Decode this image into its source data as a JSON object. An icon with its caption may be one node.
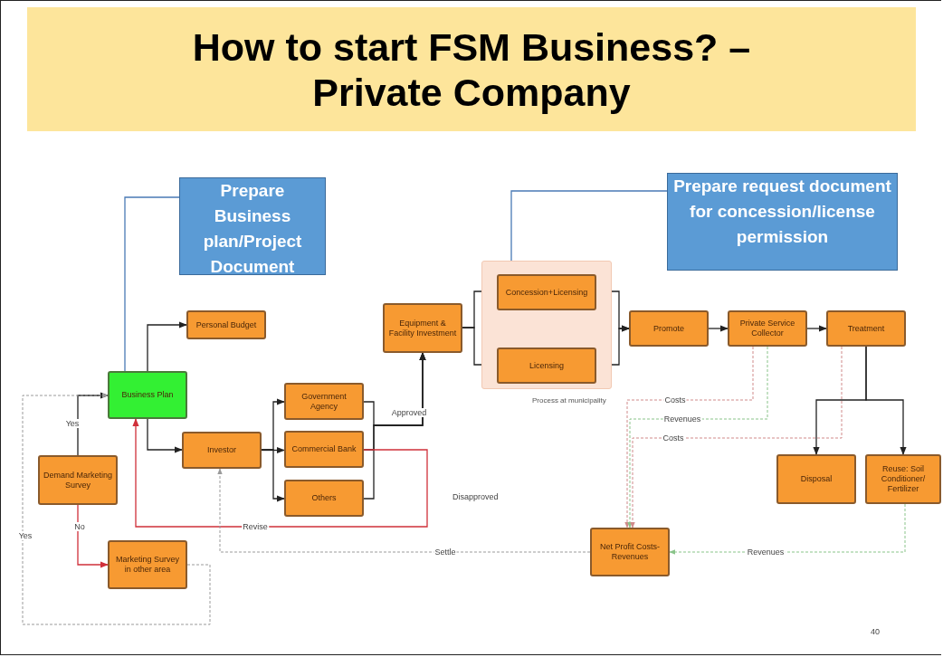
{
  "diagram": {
    "title": "How to start FSM Business? – Private Company",
    "nodes": [
      {
        "text": [
          "Prepare Business plan/Project Document"
        ]
      },
      {
        "text": [
          "Prepare request document for concession/license permission"
        ]
      },
      {
        "text": [
          "Demand Marketing Survey"
        ]
      },
      {
        "text": [
          "Business Plan"
        ]
      },
      {
        "text": [
          "Marketing Survey in other area"
        ]
      },
      {
        "text": [
          "Personal Budget"
        ]
      },
      {
        "text": [
          "Investor"
        ]
      },
      {
        "text": [
          "Government Agency"
        ]
      },
      {
        "text": [
          "Commercial Bank"
        ]
      },
      {
        "text": [
          "Others"
        ]
      },
      {
        "text": [
          "Equipment & Facility Investment"
        ]
      },
      {
        "text": [],
        "shape": "box",
        "beside": [
          "Process at municipality"
        ]
      },
      {
        "text": [
          "Concession+Licensing"
        ],
        "in": 11
      },
      {
        "text": [
          "Licensing"
        ],
        "in": 11
      },
      {
        "text": [
          "Promote"
        ]
      },
      {
        "text": [
          "Private Service Collector"
        ]
      },
      {
        "text": [
          "Treatment"
        ]
      },
      {
        "text": [
          "Disposal"
        ]
      },
      {
        "text": [
          "Reuse: Soil Conditioner/ Fertilizer"
        ]
      },
      {
        "text": [
          "Net Profit Costs-Revenues"
        ]
      }
    ],
    "edges": [
      {
        "from": 0,
        "to": 3,
        "arrow": "none",
        "color": "#4a7ab5"
      },
      {
        "from": 1,
        "to": 11,
        "arrow": "none",
        "color": "#4a7ab5"
      },
      {
        "from": 2,
        "to": 3,
        "arrow": "to",
        "label": "Yes"
      },
      {
        "from": 2,
        "to": 4,
        "arrow": "to",
        "label": "No",
        "color": "#d0303a"
      },
      {
        "from": 4,
        "to": 3,
        "arrow": "to",
        "label": "Yes",
        "style": "dashed",
        "color": "#9a9a9a"
      },
      {
        "from": 3,
        "to": 5,
        "arrow": "to"
      },
      {
        "from": 3,
        "to": 6,
        "arrow": "to"
      },
      {
        "from": 6,
        "to": 7,
        "arrow": "to"
      },
      {
        "from": 6,
        "to": 8,
        "arrow": "to"
      },
      {
        "from": 6,
        "to": 9,
        "arrow": "to"
      },
      {
        "from": 7,
        "to": 10,
        "arrow": "to"
      },
      {
        "from": 8,
        "to": 10,
        "arrow": "to",
        "label": "Approved"
      },
      {
        "from": 9,
        "to": 10,
        "arrow": "to"
      },
      {
        "from": 8,
        "to": 3,
        "arrow": "to",
        "label": "Revise",
        "color": "#d0303a"
      },
      {
        "from": 10,
        "to": 12,
        "arrow": "to"
      },
      {
        "from": 10,
        "to": 13,
        "arrow": "to"
      },
      {
        "from": 12,
        "to": 14,
        "arrow": "to"
      },
      {
        "from": 13,
        "to": 14,
        "arrow": "to"
      },
      {
        "from": 14,
        "to": 15,
        "arrow": "to"
      },
      {
        "from": 15,
        "to": 16,
        "arrow": "to"
      },
      {
        "from": 16,
        "to": 17,
        "arrow": "to"
      },
      {
        "from": 16,
        "to": 18,
        "arrow": "to"
      },
      {
        "from": 15,
        "to": 19,
        "arrow": "to",
        "label": "Costs",
        "style": "dashed",
        "color": "#d08a8a"
      },
      {
        "from": 15,
        "to": 19,
        "arrow": "to",
        "label": "Revenues",
        "style": "dashed",
        "color": "#8ac48a"
      },
      {
        "from": 16,
        "to": 19,
        "arrow": "to",
        "label": "Costs",
        "style": "dashed",
        "color": "#d08a8a"
      },
      {
        "from": 18,
        "to": 19,
        "arrow": "to",
        "label": "Revenues",
        "style": "dashed",
        "color": "#8ac48a"
      },
      {
        "from": 19,
        "to": 6,
        "arrow": "to",
        "label": "Settle",
        "style": "dashed",
        "color": "#9a9a9a"
      }
    ],
    "labels": [
      "Disapproved",
      "40"
    ]
  }
}
